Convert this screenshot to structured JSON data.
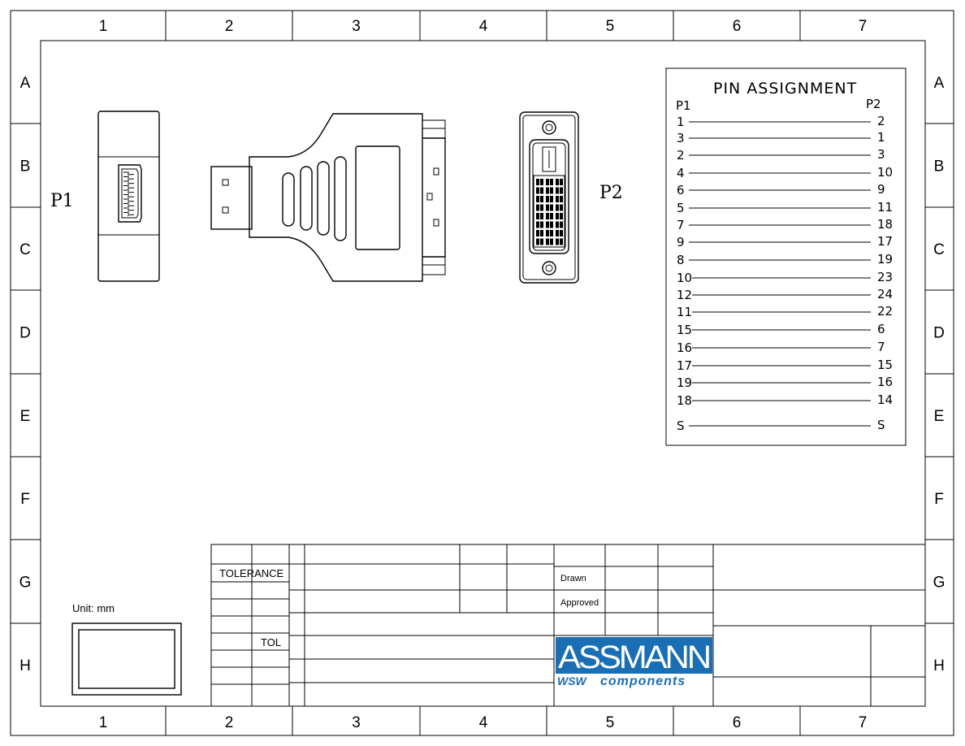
{
  "border": {
    "columns": [
      "1",
      "2",
      "3",
      "4",
      "5",
      "6",
      "7"
    ],
    "rows": [
      "A",
      "B",
      "C",
      "D",
      "E",
      "F",
      "G",
      "H"
    ]
  },
  "labels": {
    "p1": "P1",
    "p2": "P2",
    "unit": "Unit: mm"
  },
  "pin_assignment": {
    "title": "PIN ASSIGNMENT",
    "left_header": "P1",
    "right_header": "P2",
    "pairs": [
      {
        "p1": "1",
        "p2": "2"
      },
      {
        "p1": "3",
        "p2": "1"
      },
      {
        "p1": "2",
        "p2": "3"
      },
      {
        "p1": "4",
        "p2": "10"
      },
      {
        "p1": "6",
        "p2": "9"
      },
      {
        "p1": "5",
        "p2": "11"
      },
      {
        "p1": "7",
        "p2": "18"
      },
      {
        "p1": "9",
        "p2": "17"
      },
      {
        "p1": "8",
        "p2": "19"
      },
      {
        "p1": "10",
        "p2": "23"
      },
      {
        "p1": "12",
        "p2": "24"
      },
      {
        "p1": "11",
        "p2": "22"
      },
      {
        "p1": "15",
        "p2": "6"
      },
      {
        "p1": "16",
        "p2": "7"
      },
      {
        "p1": "17",
        "p2": "15"
      },
      {
        "p1": "19",
        "p2": "16"
      },
      {
        "p1": "18",
        "p2": "14"
      },
      {
        "p1": "S",
        "p2": "S"
      }
    ]
  },
  "title_block": {
    "tolerance": "TOLERANCE",
    "tol": "TOL",
    "drawn": "Drawn",
    "approved": "Approved"
  },
  "logo": {
    "name": "ASSMANN",
    "sub_prefix": "WSW",
    "sub": "components",
    "color": "#1a6eb4"
  }
}
